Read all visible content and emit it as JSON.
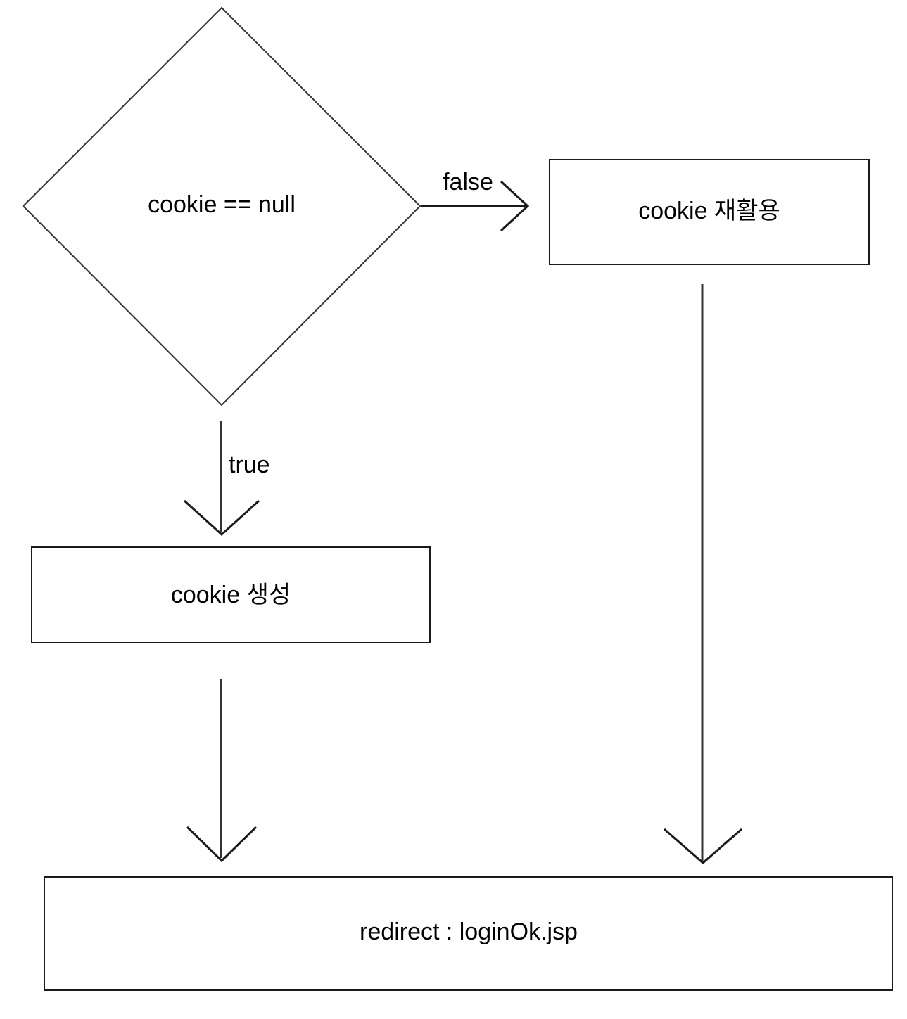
{
  "diagram": {
    "type": "flowchart",
    "title": "",
    "background_color": "#ffffff",
    "stroke_color": "#333333",
    "text_color": "#000000",
    "nodes": [
      {
        "id": "decision",
        "shape": "diamond",
        "label": "cookie == null"
      },
      {
        "id": "reuse",
        "shape": "rectangle",
        "label": "cookie 재활용"
      },
      {
        "id": "create",
        "shape": "rectangle",
        "label": "cookie 생성"
      },
      {
        "id": "redirect",
        "shape": "rectangle",
        "label": "redirect : loginOk.jsp"
      }
    ],
    "edges": [
      {
        "id": "edge-decision-reuse",
        "from": "decision",
        "to": "reuse",
        "label": "false",
        "direction": "right"
      },
      {
        "id": "edge-decision-create",
        "from": "decision",
        "to": "create",
        "label": "true",
        "direction": "down"
      },
      {
        "id": "edge-create-redirect",
        "from": "create",
        "to": "redirect",
        "label": "",
        "direction": "down"
      },
      {
        "id": "edge-reuse-redirect",
        "from": "reuse",
        "to": "redirect",
        "label": "",
        "direction": "down"
      }
    ]
  }
}
